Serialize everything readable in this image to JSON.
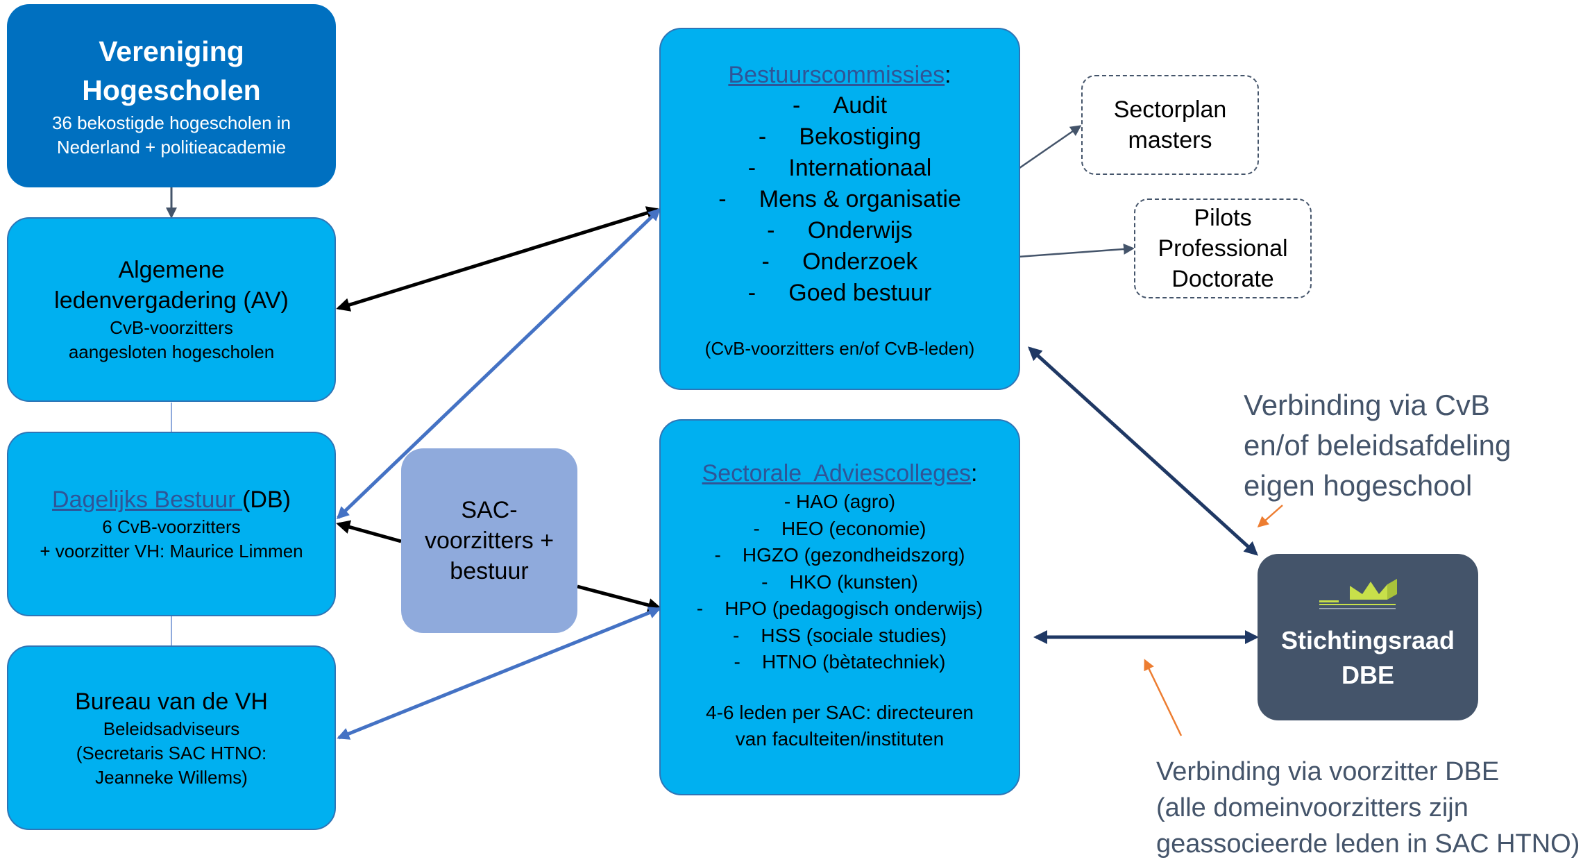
{
  "vh": {
    "title": "Vereniging Hogescholen",
    "sub": "36 bekostigde hogescholen in Nederland + politieacademie"
  },
  "av": {
    "title": "Algemene ledenvergadering (AV)",
    "sub1": "CvB-voorzitters",
    "sub2": "aangesloten hogescholen"
  },
  "db": {
    "link": "Dagelijks Bestuur ",
    "suffix": "(DB)",
    "sub1": "6 CvB-voorzitters",
    "sub2": "+ voorzitter VH: Maurice Limmen"
  },
  "bureau": {
    "title": "Bureau van de VH",
    "sub1": "Beleidsadviseurs",
    "sub2": "(Secretaris SAC HTNO:",
    "sub3": "Jeanneke Willems)"
  },
  "sac_box": {
    "label": "SAC-voorzitters + bestuur"
  },
  "bc": {
    "link": "Bestuurscommissies",
    "colon": ":",
    "items": [
      "Audit",
      "Bekostiging",
      "Internationaal",
      "Mens & organisatie",
      "Onderwijs",
      "Onderzoek",
      "Goed bestuur"
    ],
    "footer": "(CvB-voorzitters en/of CvB-leden)"
  },
  "sa": {
    "link": "Sectorale  Adviescolleges",
    "colon": ":",
    "items": [
      "HAO (agro)",
      "HEO (economie)",
      "HGZO (gezondheidszorg)",
      "HKO (kunsten)",
      "HPO (pedagogisch onderwijs)",
      "HSS (sociale studies)",
      "HTNO (bètatechniek)"
    ],
    "footer1": "4-6 leden per SAC: directeuren",
    "footer2": "van faculteiten/instituten"
  },
  "sectorplan": {
    "line1": "Sectorplan",
    "line2": "masters"
  },
  "pilots": {
    "line1": "Pilots",
    "line2": "Professional",
    "line3": "Doctorate"
  },
  "dbe": {
    "title": "Stichtingsraad DBE"
  },
  "note_cvb": {
    "line1": "Verbinding via CvB",
    "line2": "en/of beleidsafdeling",
    "line3": "eigen hogeschool"
  },
  "note_dbe": {
    "line1": "Verbinding via voorzitter DBE",
    "line2": "(alle domeinvoorzitters zijn",
    "line3": "geassocieerde leden in SAC HTNO)"
  },
  "colors": {
    "light_blue": "#00b0f0",
    "dark_blue": "#0070c0",
    "slate": "#44546a",
    "sac": "#8faadc",
    "link": "#2f5597",
    "arrow_black": "#000000",
    "arrow_blue": "#4472c4",
    "arrow_navy": "#1f3864",
    "arrow_orange": "#ed7d31"
  }
}
